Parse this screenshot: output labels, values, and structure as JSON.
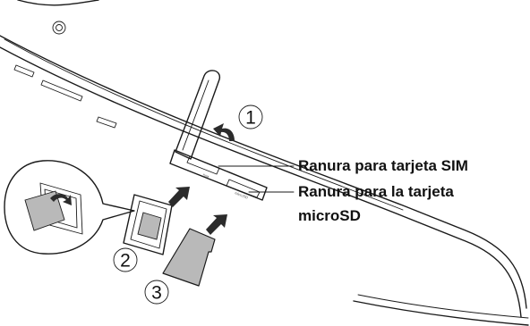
{
  "callouts": {
    "sim_slot_label": "Ranura para tarjeta SIM",
    "microsd_slot_label_line1": "Ranura para la tarjeta",
    "microsd_slot_label_line2": "microSD"
  },
  "steps": {
    "step1": "1",
    "step2": "2",
    "step3": "3"
  },
  "colors": {
    "card_fill": "#b9b9b9",
    "arrow_fill": "#2b2b2b",
    "line": "#1a1a1a"
  }
}
